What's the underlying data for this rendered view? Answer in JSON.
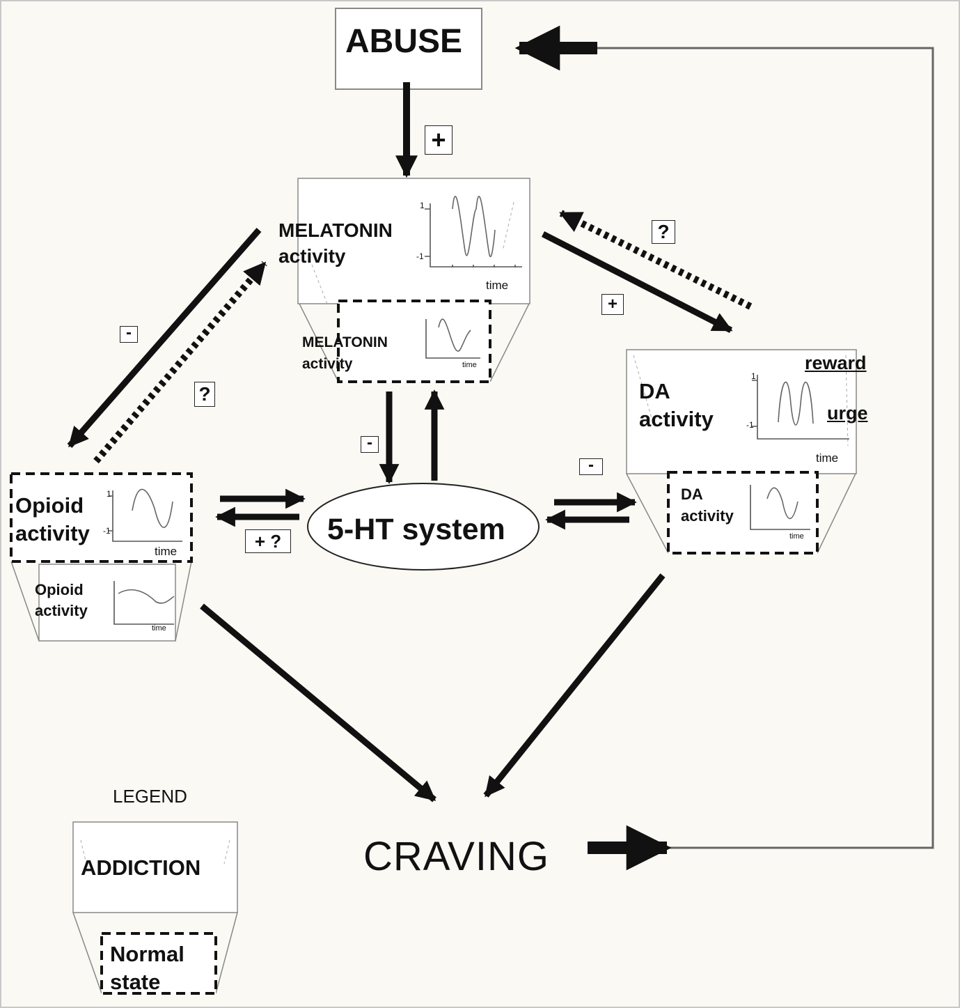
{
  "nodes": {
    "abuse": "ABUSE",
    "melatonin_addiction": "MELATONIN\nactivity",
    "melatonin_normal": "MELATONIN\nactivity",
    "opioid_addiction": "Opioid\nactivity",
    "opioid_normal": "Opioid\nactivity",
    "da_addiction": "DA\nactivity",
    "da_normal": "DA\nactivity",
    "serotonin": "5-HT system",
    "craving": "CRAVING",
    "reward": "reward",
    "urge": "urge"
  },
  "graph_labels": {
    "time": "time",
    "tick_high": "1",
    "tick_low": "-1"
  },
  "signs": {
    "abuse_to_melatonin": "+",
    "melatonin_to_da": "+",
    "da_to_melatonin": "?",
    "melatonin_to_opioid": "-",
    "opioid_to_melatonin": "?",
    "melatonin_to_5ht": "-",
    "opioid_5ht": "+ ?",
    "da_5ht": "-"
  },
  "legend": {
    "title": "LEGEND",
    "addiction": "ADDICTION",
    "normal": "Normal\nstate"
  },
  "colors": {
    "ink": "#111111",
    "background": "#faf9f4",
    "box_border": "#777777",
    "curve": "#666666"
  }
}
